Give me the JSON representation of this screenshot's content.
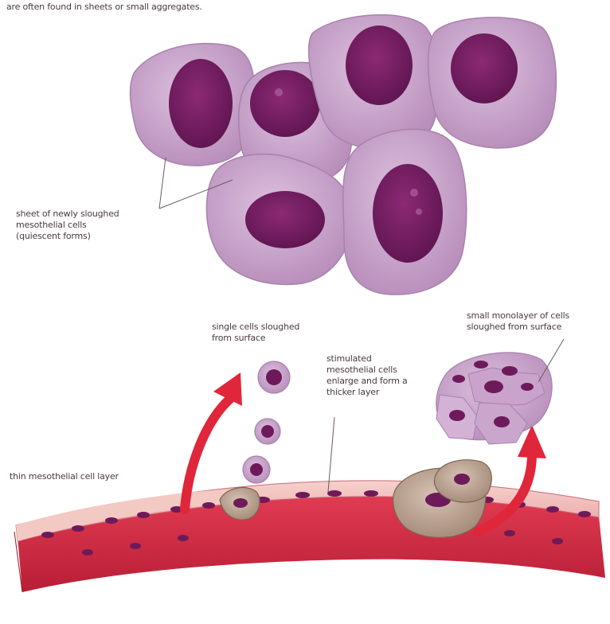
{
  "intro_text": "are often found in sheets or small aggregates.",
  "labels": {
    "sheet": "sheet of newly sloughed\nmesothelial cells\n(quiescent forms)",
    "single": "single cells sloughed\nfrom surface",
    "stimulated": "stimulated\nmesothelial cells\nenlarge and form a\nthicker layer",
    "monolayer": "small monolayer of cells\nsloughed from surface",
    "thin": "thin mesothelial cell layer"
  },
  "colors": {
    "cell_fill": "#c9a3cc",
    "cell_edge": "#a882ad",
    "nucleus": "#6e1a5a",
    "arrow": "#e0263a",
    "tissue_base": "#d9384e",
    "tissue_surface": "#f2c3c0",
    "stimulated_cell": "#bba290"
  }
}
